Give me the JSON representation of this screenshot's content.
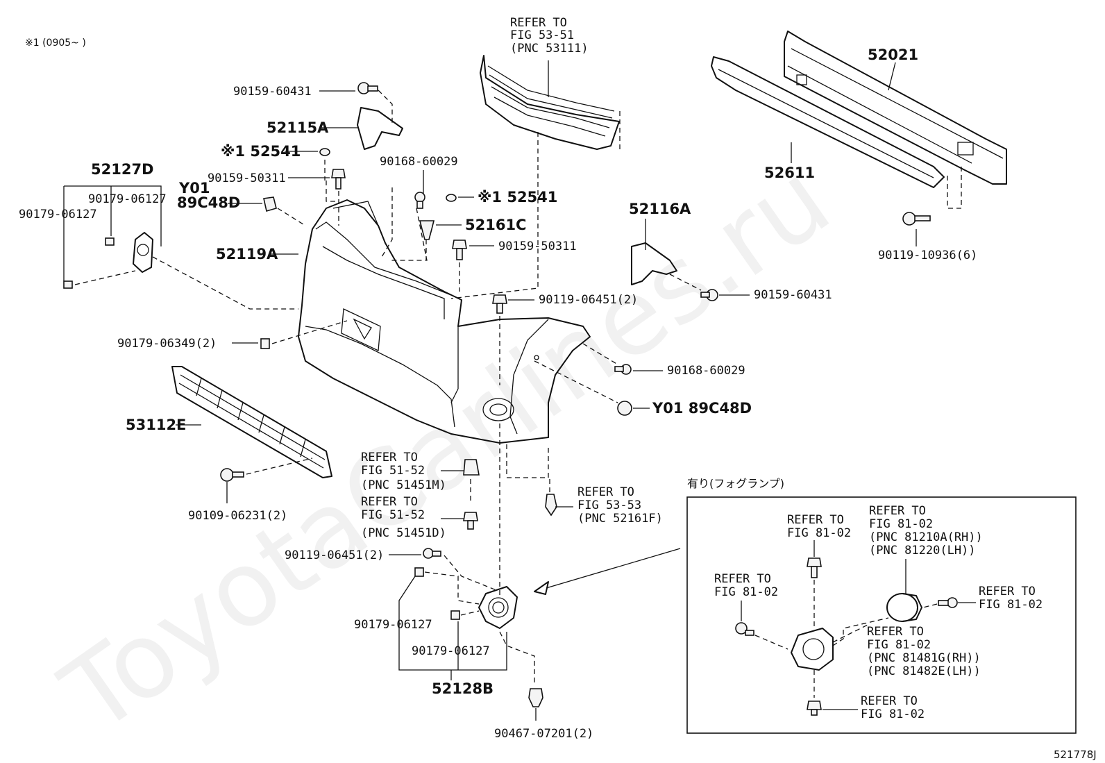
{
  "watermark": "ToyotaCarlines.ru",
  "header_note": "※1 (0905~      )",
  "diagram_id": "521778J",
  "inset_title": "有り(フォグランプ)",
  "labels": {
    "refer_top_1": "REFER TO",
    "refer_top_2": "FIG 53-51",
    "refer_top_3": "(PNC 53111)",
    "p52021": "52021",
    "p52611": "52611",
    "p90119_10936": "90119-10936(6)",
    "p90159_60431_top": "90159-60431",
    "p52115A": "52115A",
    "p52541_left": "※1 52541",
    "p90159_50311_left": "90159-50311",
    "p52127D": "52127D",
    "p90179_06127_a": "90179-06127",
    "p90179_06127_b": "90179-06127",
    "y01_a": "Y01",
    "p89C48D_a": "89C48D",
    "p52119A": "52119A",
    "p90168_60029_top": "90168-60029",
    "p52541_right": "※1 52541",
    "p52161C": "52161C",
    "p90159_50311_right": "90159-50311",
    "p52116A": "52116A",
    "p90159_60431_right": "90159-60431",
    "p90119_06451_top": "90119-06451(2)",
    "p90168_60029_right": "90168-60029",
    "p89C48D_right": "Y01 89C48D",
    "p90179_06349": "90179-06349(2)",
    "p53112E": "53112E",
    "p90109_06231": "90109-06231(2)",
    "refer_5152a_1": "REFER TO",
    "refer_5152a_2": "FIG 51-52",
    "refer_5152a_3": "(PNC 51451M)",
    "refer_5152b_1": "REFER TO",
    "refer_5152b_2": "FIG 51-52",
    "refer_5152b_3": "(PNC 51451D)",
    "refer_5353_1": "REFER TO",
    "refer_5353_2": "FIG 53-53",
    "refer_5353_3": "(PNC 52161F)",
    "p90119_06451_bottom": "90119-06451(2)",
    "p90179_06127_c": "90179-06127",
    "p90179_06127_d": "90179-06127",
    "p52128B": "52128B",
    "p90467_07201": "90467-07201(2)",
    "inset_refer_a_1": "REFER TO",
    "inset_refer_a_2": "FIG 81-02",
    "inset_refer_b_1": "REFER TO",
    "inset_refer_b_2": "FIG 81-02",
    "inset_refer_b_3": "(PNC 81210A(RH))",
    "inset_refer_b_4": "(PNC 81220(LH))",
    "inset_refer_c_1": "REFER TO",
    "inset_refer_c_2": "FIG 81-02",
    "inset_refer_d_1": "REFER TO",
    "inset_refer_d_2": "FIG 81-02",
    "inset_refer_e_1": "REFER TO",
    "inset_refer_e_2": "FIG 81-02",
    "inset_refer_e_3": "(PNC 81481G(RH))",
    "inset_refer_e_4": "(PNC 81482E(LH))",
    "inset_refer_f_1": "REFER TO",
    "inset_refer_f_2": "FIG 81-02"
  }
}
